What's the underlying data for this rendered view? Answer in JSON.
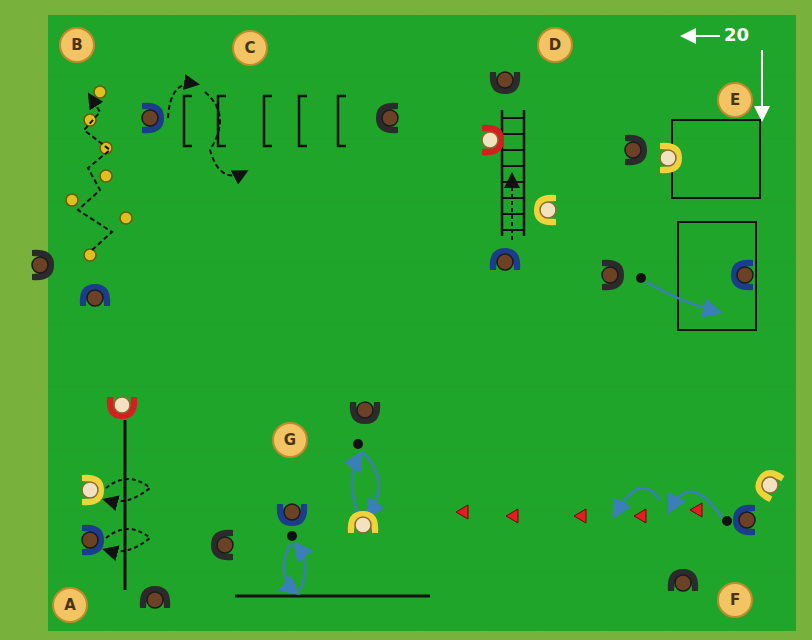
{
  "diagram": {
    "nodes": [
      {
        "text": [
          "B"
        ]
      },
      {
        "text": [
          "C"
        ]
      },
      {
        "text": [
          "D"
        ]
      },
      {
        "text": [
          "E"
        ]
      },
      {
        "text": [
          "G"
        ]
      },
      {
        "text": [
          "A"
        ]
      },
      {
        "text": [
          "F"
        ]
      }
    ],
    "labels": [
      "20"
    ]
  }
}
